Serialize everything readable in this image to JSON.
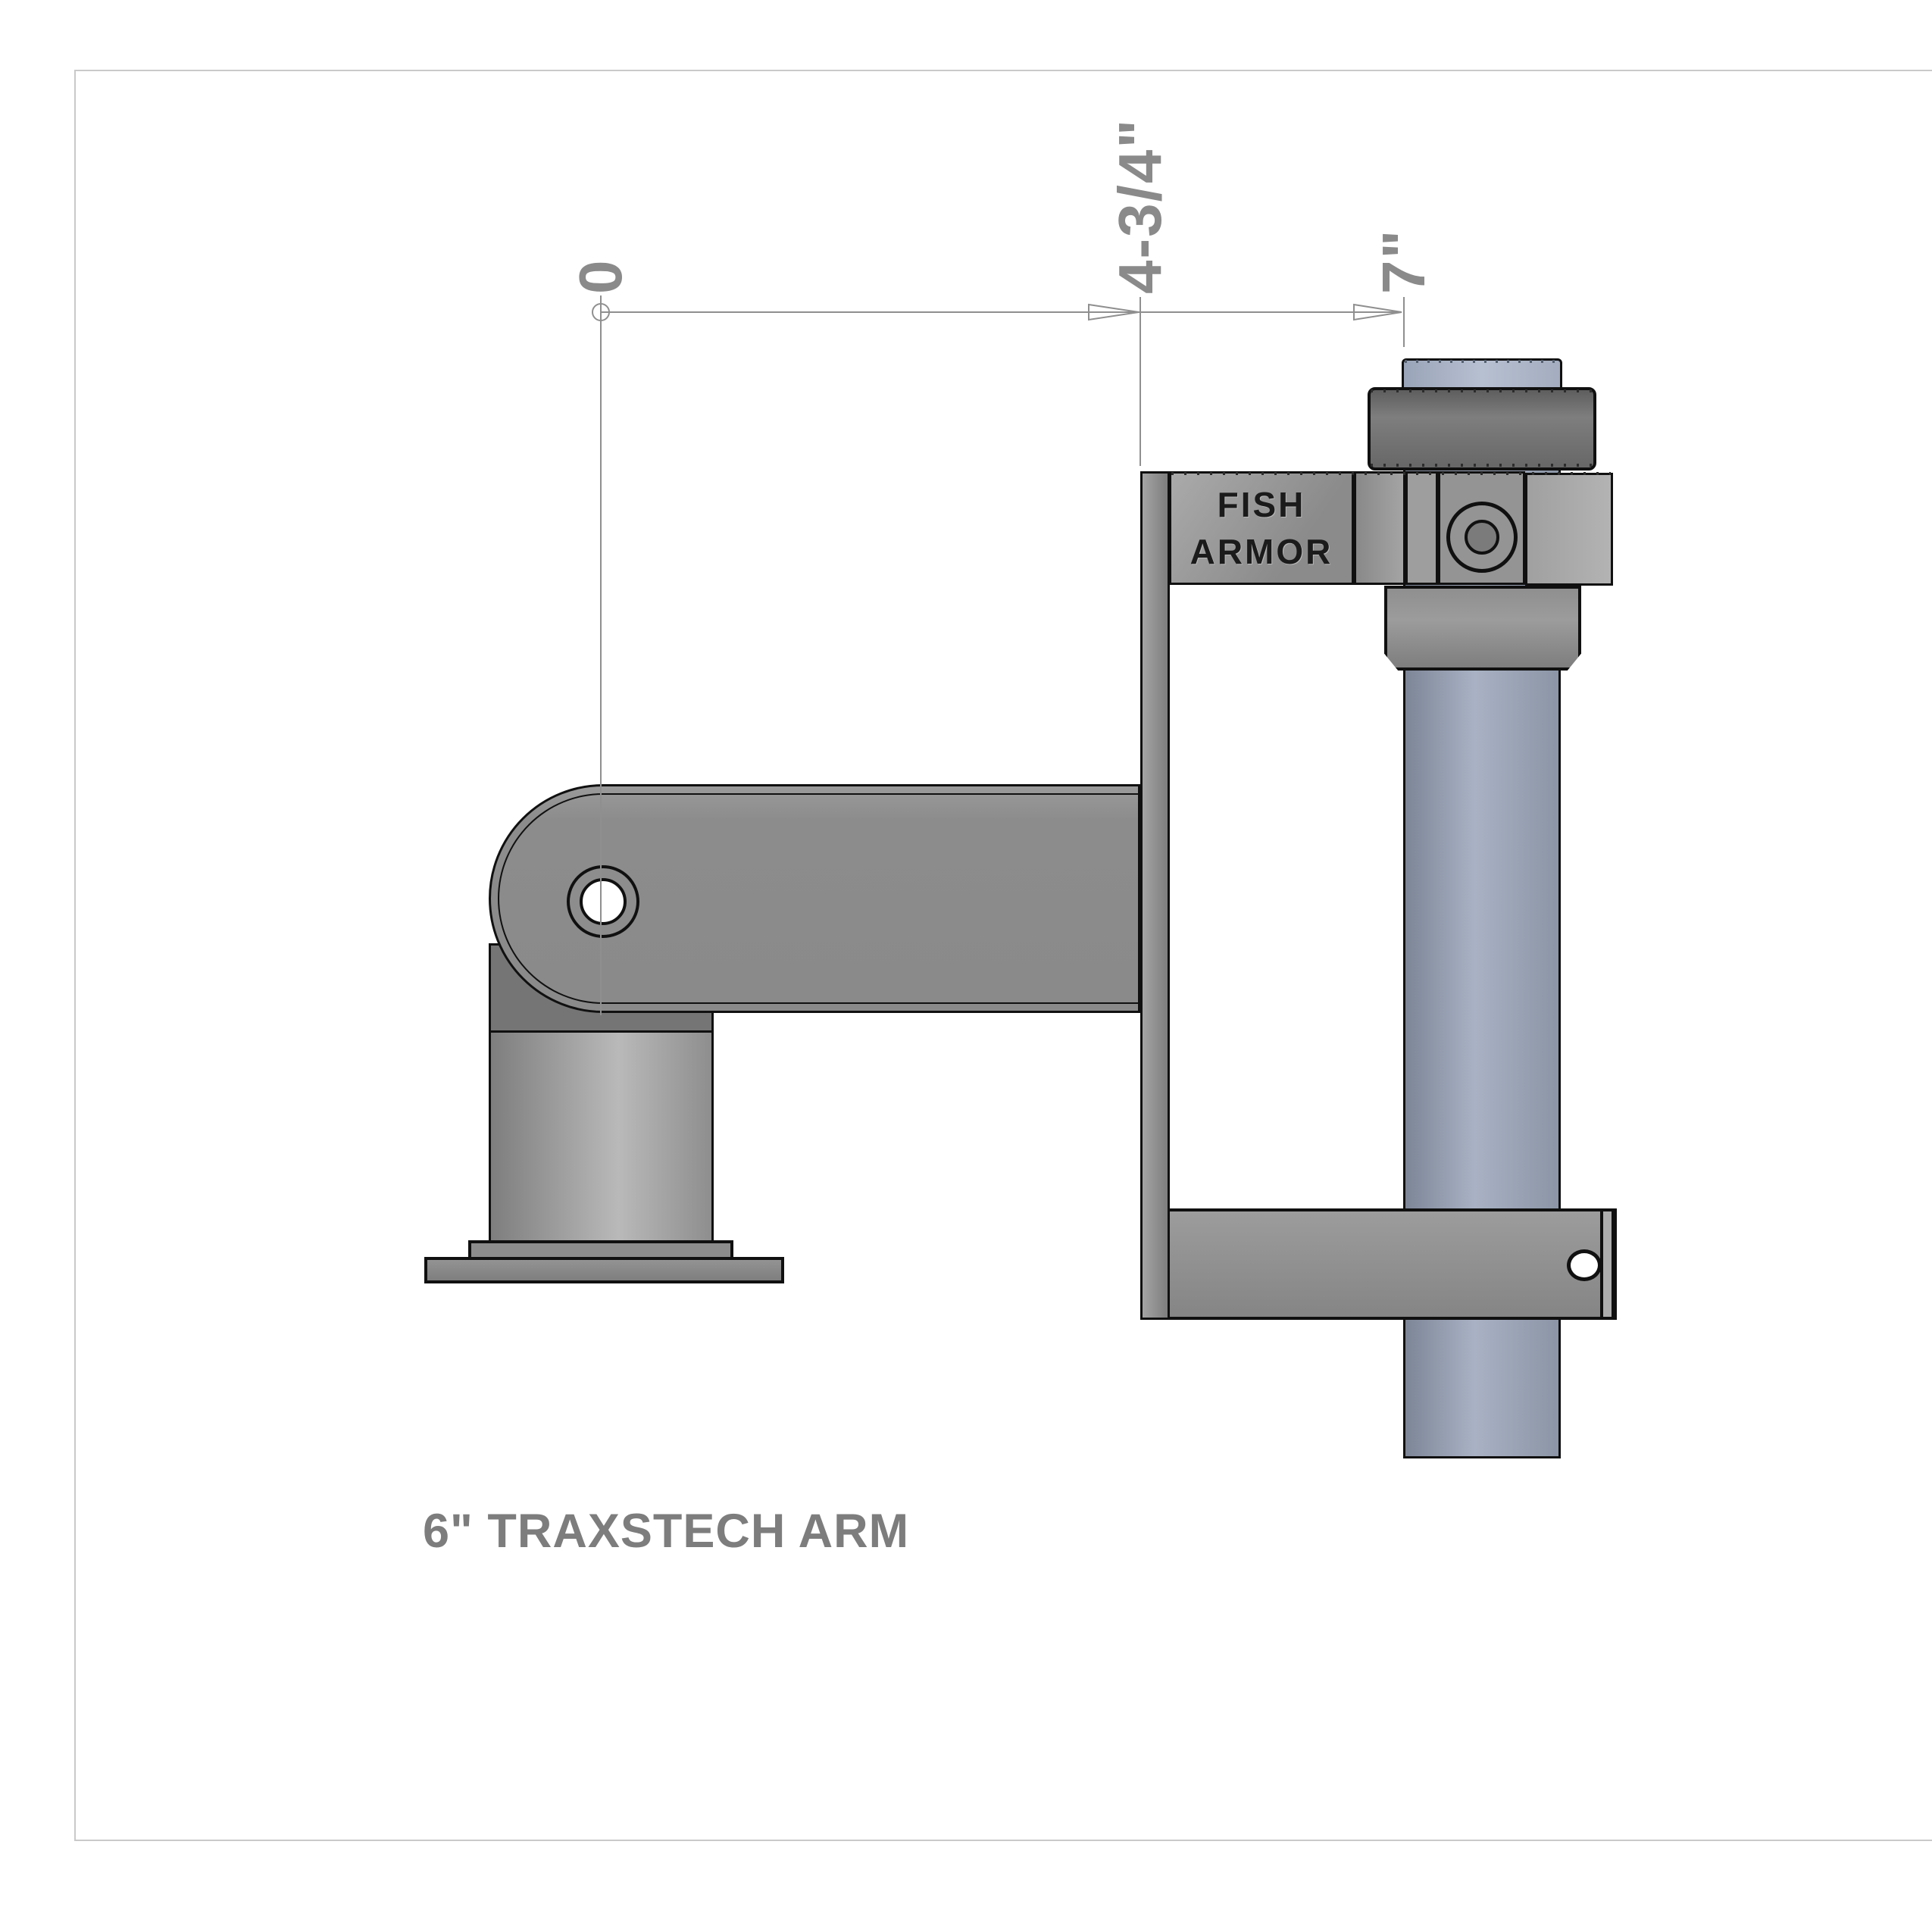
{
  "drawing": {
    "caption": "6\" TRAXSTECH ARM",
    "dimensions": {
      "origin_label": "0",
      "clamp_offset_label": "4-3/4\"",
      "pole_offset_label": "7\""
    },
    "clamp_engraving": {
      "line1": "FISH",
      "line2": "ARMOR"
    }
  },
  "colors": {
    "background": "#ffffff",
    "page_frame": "#c9c9c9",
    "dimension_lines": "#8f8f8f",
    "dimension_text": "#8a8a8a",
    "caption_text": "#7d7d7d",
    "metal_gray": "#8d8d8d",
    "dark_knob_gray": "#676767",
    "pole_steel_blue": "#9aa4b8",
    "outline_black": "#101010"
  },
  "icons": {
    "arrowheads": "open-triangle-dimension-arrows",
    "origin_marker": "small-circle-datum-marker"
  }
}
